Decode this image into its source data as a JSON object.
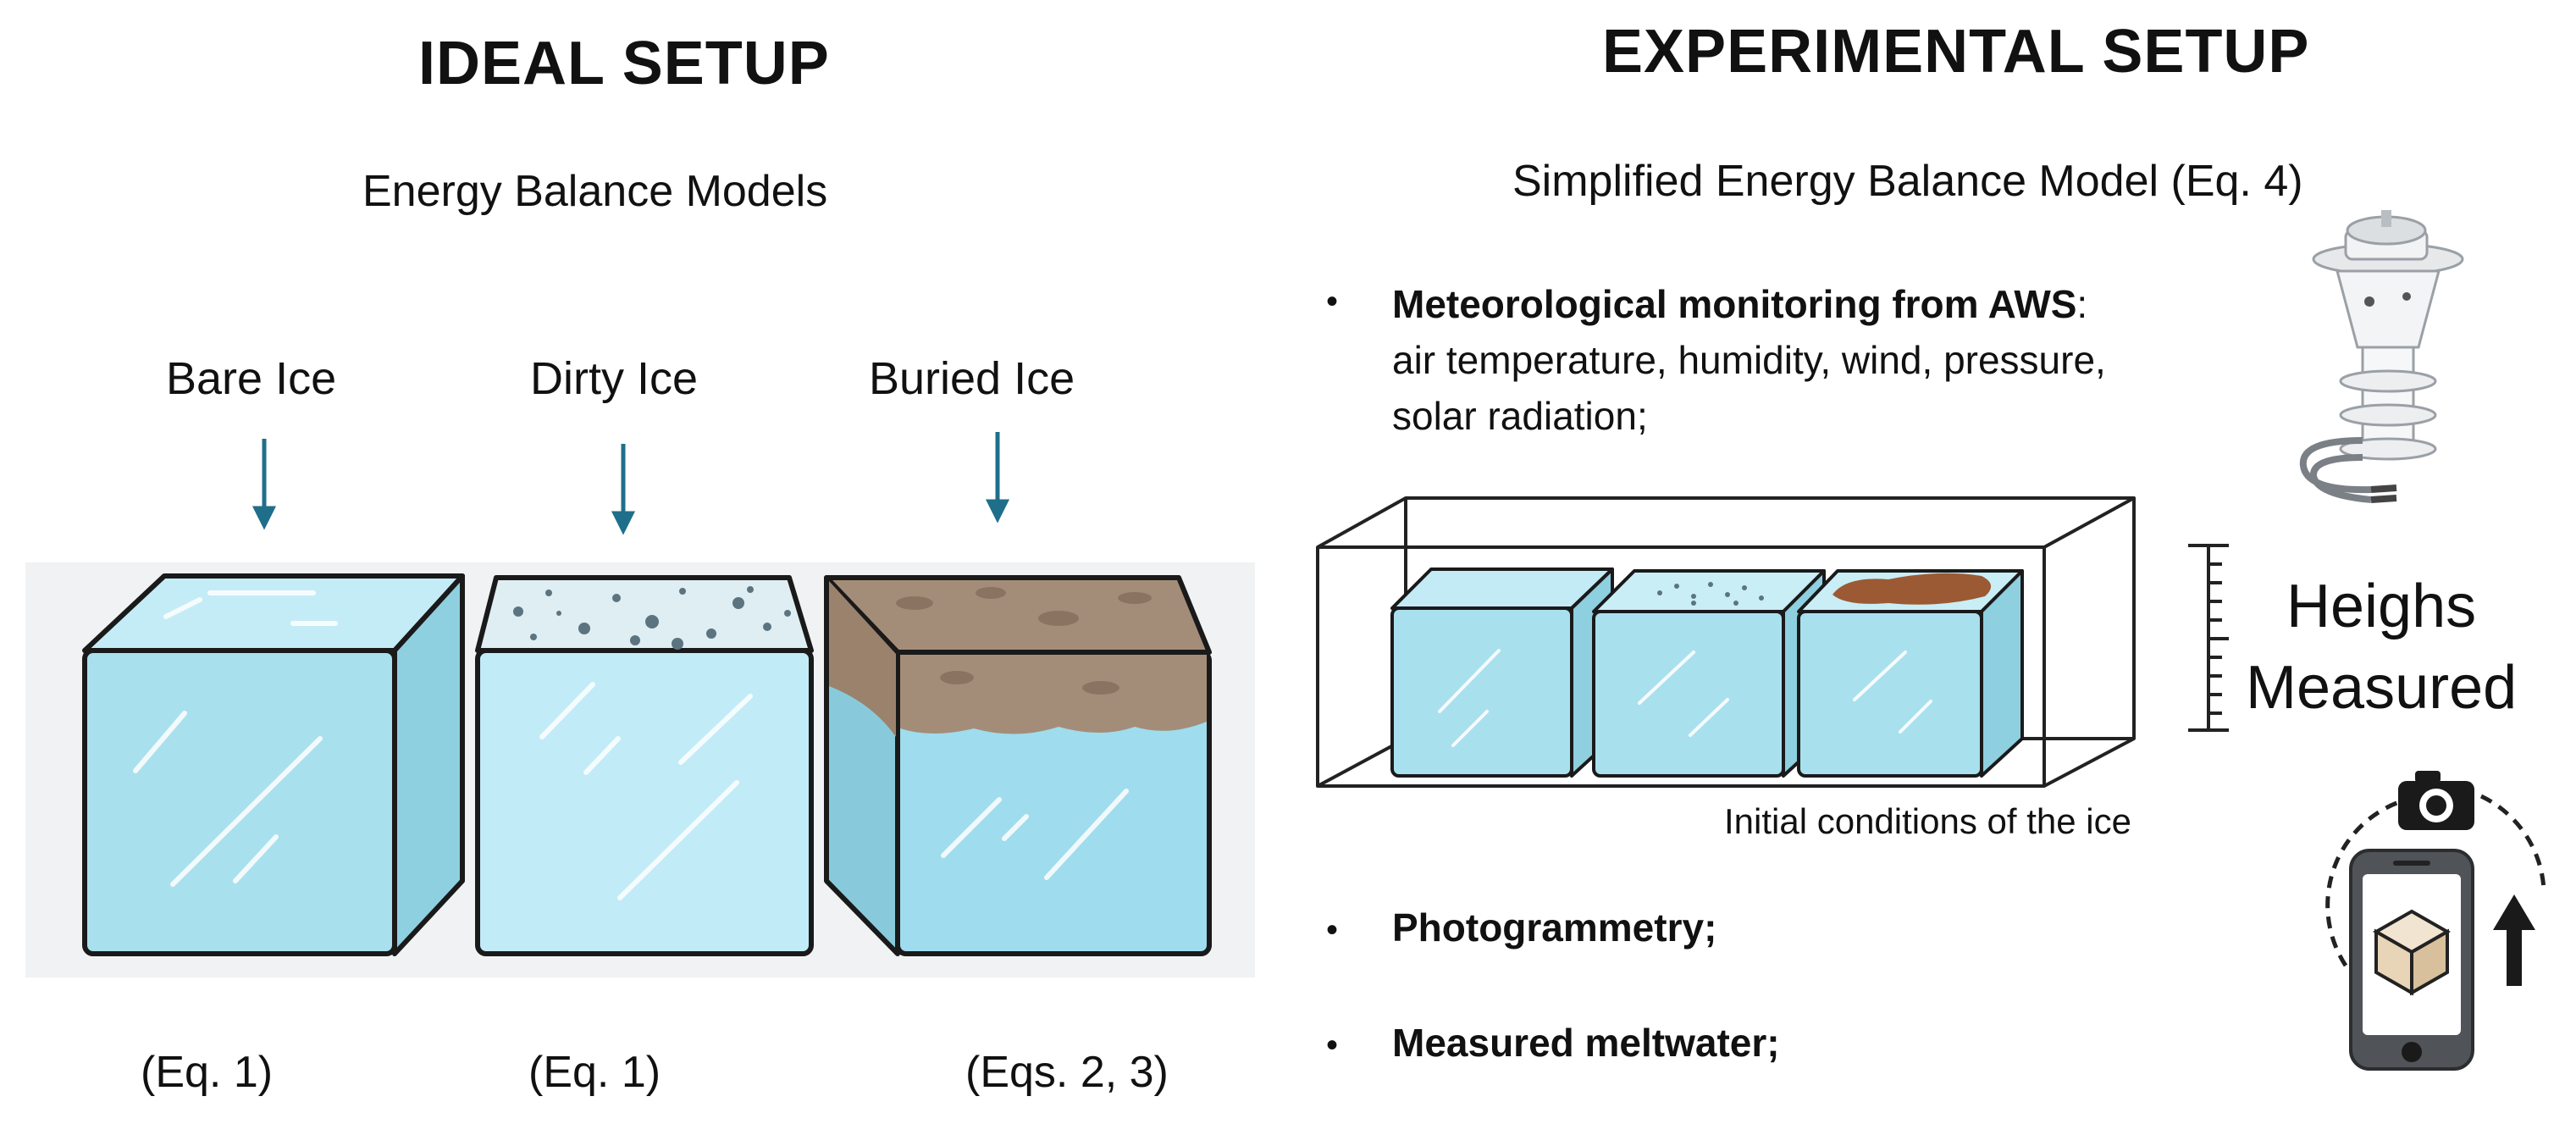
{
  "ideal": {
    "title": "IDEAL SETUP",
    "subtitle": "Energy Balance Models",
    "labels": [
      "Bare Ice",
      "Dirty Ice",
      "Buried Ice"
    ],
    "equations": [
      "(Eq. 1)",
      "(Eq. 1)",
      "(Eqs. 2, 3)"
    ]
  },
  "experimental": {
    "title": "EXPERIMENTAL SETUP",
    "subtitle": "Simplified Energy Balance Model (Eq. 4)",
    "bullet1": {
      "bold": "Meteorological monitoring from AWS",
      "colon": ":",
      "line1": "air temperature, humidity, wind, pressure,",
      "line2": "solar radiation;"
    },
    "caption": "Initial conditions of the ice",
    "heights_label_line1": "Heighs",
    "heights_label_line2": "Measured",
    "bullet2": "Photogrammetry;",
    "bullet3": "Measured meltwater;"
  },
  "icons": [
    "weather-station-icon",
    "smartphone-photogrammetry-icon",
    "camera-icon",
    "up-arrow-icon"
  ],
  "colors": {
    "ice": "#a8dfeb",
    "ice_side": "#8ccfdf",
    "ice_top": "#c7edf5",
    "debris": "#a08b76",
    "arrow": "#1f6f8b",
    "sediment": "#9b5a34"
  }
}
